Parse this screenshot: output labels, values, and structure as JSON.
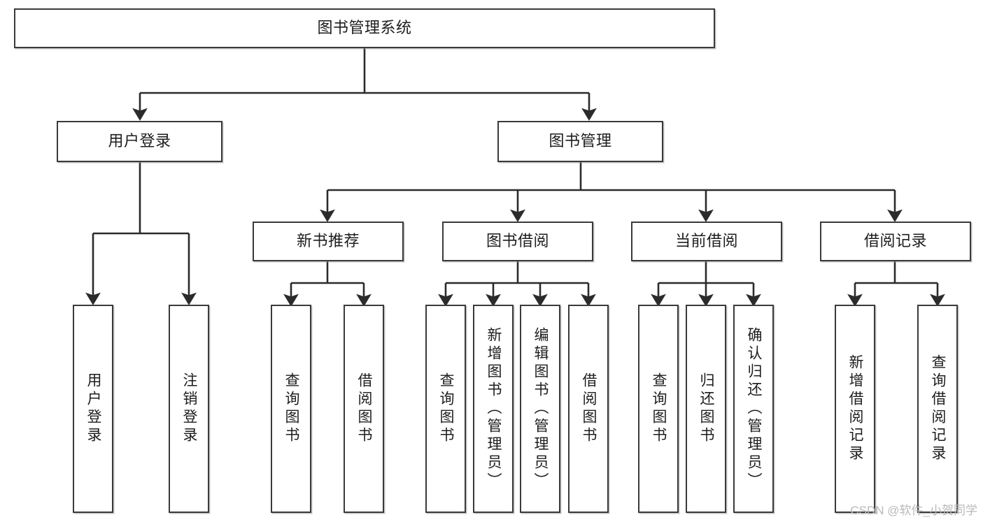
{
  "diagram": {
    "type": "tree-hierarchy",
    "title": "图书管理系统",
    "orientation": "top-down",
    "watermark": "CSDN @软件_小贺同学",
    "colors": {
      "box_border": "#3a3a3a",
      "box_fill": "#ffffff",
      "connector": "#2b2b2b",
      "text": "#1d1d1d",
      "watermark": "#b9b9b9",
      "background": "#ffffff"
    },
    "nodes": {
      "root": {
        "label": "图书管理系统",
        "level": 0,
        "orientation": "horizontal"
      },
      "l1": [
        {
          "id": "user-login",
          "label": "用户登录",
          "level": 1,
          "orientation": "horizontal"
        },
        {
          "id": "book-manage",
          "label": "图书管理",
          "level": 1,
          "orientation": "horizontal"
        }
      ],
      "l2": [
        {
          "id": "new-book-rec",
          "label": "新书推荐",
          "level": 2,
          "orientation": "horizontal",
          "parent": "book-manage"
        },
        {
          "id": "book-borrow",
          "label": "图书借阅",
          "level": 2,
          "orientation": "horizontal",
          "parent": "book-manage"
        },
        {
          "id": "current-borrow",
          "label": "当前借阅",
          "level": 2,
          "orientation": "horizontal",
          "parent": "book-manage"
        },
        {
          "id": "borrow-record",
          "label": "借阅记录",
          "level": 2,
          "orientation": "horizontal",
          "parent": "book-manage"
        }
      ],
      "leaves": [
        {
          "id": "leaf-user-login",
          "label": "用户登录",
          "parent": "user-login",
          "orientation": "vertical"
        },
        {
          "id": "leaf-user-logout",
          "label": "注销登录",
          "parent": "user-login",
          "orientation": "vertical"
        },
        {
          "id": "leaf-query-book-1",
          "label": "查询图书",
          "parent": "new-book-rec",
          "orientation": "vertical"
        },
        {
          "id": "leaf-borrow-book-1",
          "label": "借阅图书",
          "parent": "new-book-rec",
          "orientation": "vertical"
        },
        {
          "id": "leaf-query-book-2",
          "label": "查询图书",
          "parent": "book-borrow",
          "orientation": "vertical"
        },
        {
          "id": "leaf-add-book",
          "label": "新增图书（管理员）",
          "parent": "book-borrow",
          "orientation": "vertical"
        },
        {
          "id": "leaf-edit-book",
          "label": "编辑图书（管理员）",
          "parent": "book-borrow",
          "orientation": "vertical"
        },
        {
          "id": "leaf-borrow-book-2",
          "label": "借阅图书",
          "parent": "book-borrow",
          "orientation": "vertical"
        },
        {
          "id": "leaf-query-book-3",
          "label": "查询图书",
          "parent": "current-borrow",
          "orientation": "vertical"
        },
        {
          "id": "leaf-return-book",
          "label": "归还图书",
          "parent": "current-borrow",
          "orientation": "vertical"
        },
        {
          "id": "leaf-confirm-return",
          "label": "确认归还（管理员）",
          "parent": "current-borrow",
          "orientation": "vertical"
        },
        {
          "id": "leaf-add-record",
          "label": "新增借阅记录",
          "parent": "borrow-record",
          "orientation": "vertical"
        },
        {
          "id": "leaf-query-record",
          "label": "查询借阅记录",
          "parent": "borrow-record",
          "orientation": "vertical"
        }
      ]
    }
  }
}
